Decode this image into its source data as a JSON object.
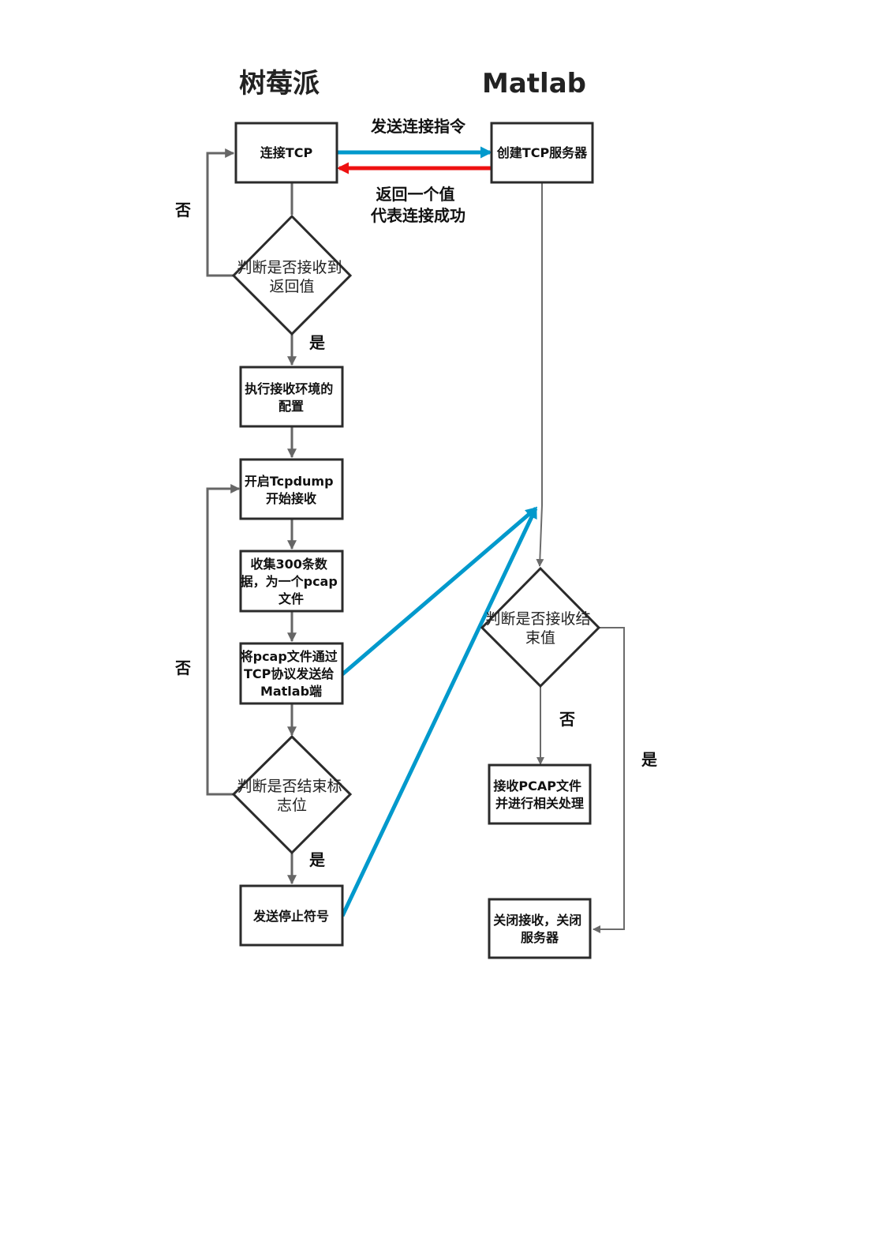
{
  "lanes": {
    "left_title": "树莓派",
    "right_title": "Matlab"
  },
  "nodes": {
    "connect_tcp": [
      "连接TCP"
    ],
    "check_return": [
      "判断是否接收到",
      "返回值"
    ],
    "config_env": [
      "执行接收环境的",
      "配置"
    ],
    "start_tcpdump": [
      "开启Tcpdump",
      "开始接收"
    ],
    "collect_data": [
      "收集300条数",
      "据，为一个pcap",
      "文件"
    ],
    "send_pcap": [
      "将pcap文件通过",
      "TCP协议发送给",
      "Matlab端"
    ],
    "check_end_flag": [
      "判断是否结束标",
      "志位"
    ],
    "send_stop": [
      "发送停止符号"
    ],
    "create_server": [
      "创建TCP服务器"
    ],
    "check_end_value": [
      "判断是否接收结",
      "束值"
    ],
    "receive_pcap": [
      "接收PCAP文件",
      "并进行相关处理"
    ],
    "close_server": [
      "关闭接收，关闭",
      "服务器"
    ]
  },
  "edge_labels": {
    "send_connect_cmd": [
      "发送连接指令"
    ],
    "return_value": [
      "返回一个值",
      "代表连接成功"
    ],
    "no_upper": [
      "否"
    ],
    "no_lower": [
      "否"
    ],
    "yes_after_return": [
      "是"
    ],
    "yes_after_flag": [
      "是"
    ],
    "no_right": [
      "否"
    ],
    "yes_right": [
      "是"
    ]
  },
  "colors": {
    "blue_arrow": "#0099cc",
    "red_arrow": "#ee1111",
    "flow_arrow": "#666666",
    "box_border": "#2b2b2b"
  }
}
